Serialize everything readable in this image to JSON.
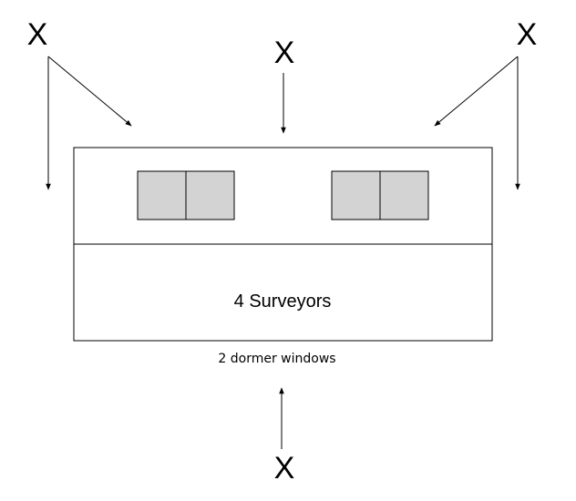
{
  "marks": {
    "top_left": "X",
    "top_center": "X",
    "top_right": "X",
    "bottom_center": "X"
  },
  "building": {
    "label": "4 Surveyors",
    "caption": "2 dormer windows"
  },
  "colors": {
    "stroke": "#000000",
    "window_fill": "#d3d3d3",
    "background": "#ffffff"
  }
}
